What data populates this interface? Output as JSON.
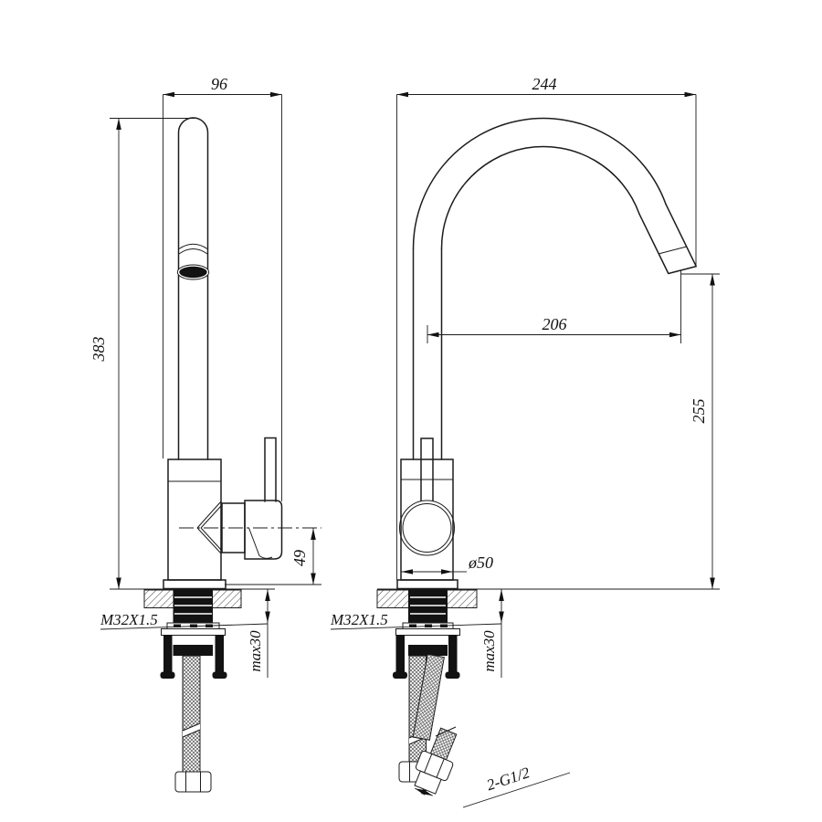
{
  "drawing": {
    "type": "technical-drawing",
    "subject": "kitchen-faucet-two-view",
    "units": "mm",
    "colors": {
      "line": "#1c1c1c",
      "background": "#ffffff",
      "fill_black": "#121212"
    },
    "side_view": {
      "overall_depth": "96",
      "overall_height": "383",
      "spout_axis_height": "49",
      "thread": "M32X1.5",
      "max_counter_thickness": "max30"
    },
    "front_view": {
      "overall_width": "244",
      "spout_reach": "206",
      "spout_height": "255",
      "base_diameter": "ø50",
      "thread": "M32X1.5",
      "max_counter_thickness": "max30",
      "hose_connection": "2-G1/2"
    }
  }
}
